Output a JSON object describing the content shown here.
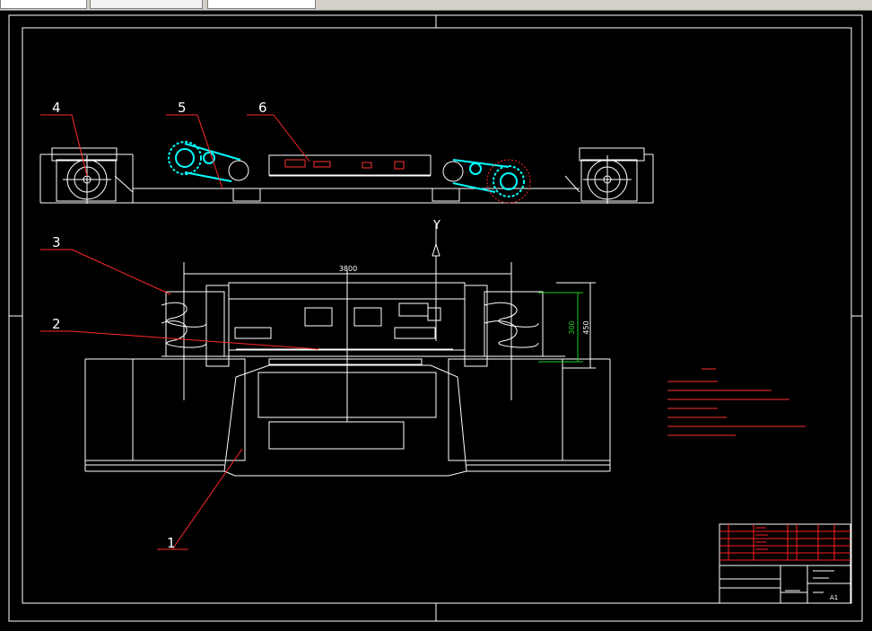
{
  "tabs": [
    {
      "label": ""
    },
    {
      "label": ""
    },
    {
      "label": ""
    }
  ],
  "drawing": {
    "balloons": [
      "1",
      "2",
      "3",
      "4",
      "5",
      "6"
    ],
    "dimensions": {
      "overall_width": "3800",
      "height_a": "300",
      "height_b": "450"
    },
    "axis_label": "Y",
    "notes_heading": "",
    "notes": [
      "",
      "",
      "",
      "",
      "",
      "",
      ""
    ],
    "title_block": {
      "sheet_size": "A1"
    }
  },
  "colors": {
    "background": "#000000",
    "lines": "#ffffff",
    "leaders": "#ff2a2a",
    "notes": "#ff3030",
    "dimension_green": "#22cc22",
    "sprocket_cyan": "#00ffff",
    "title_block_red": "#ff2020"
  }
}
